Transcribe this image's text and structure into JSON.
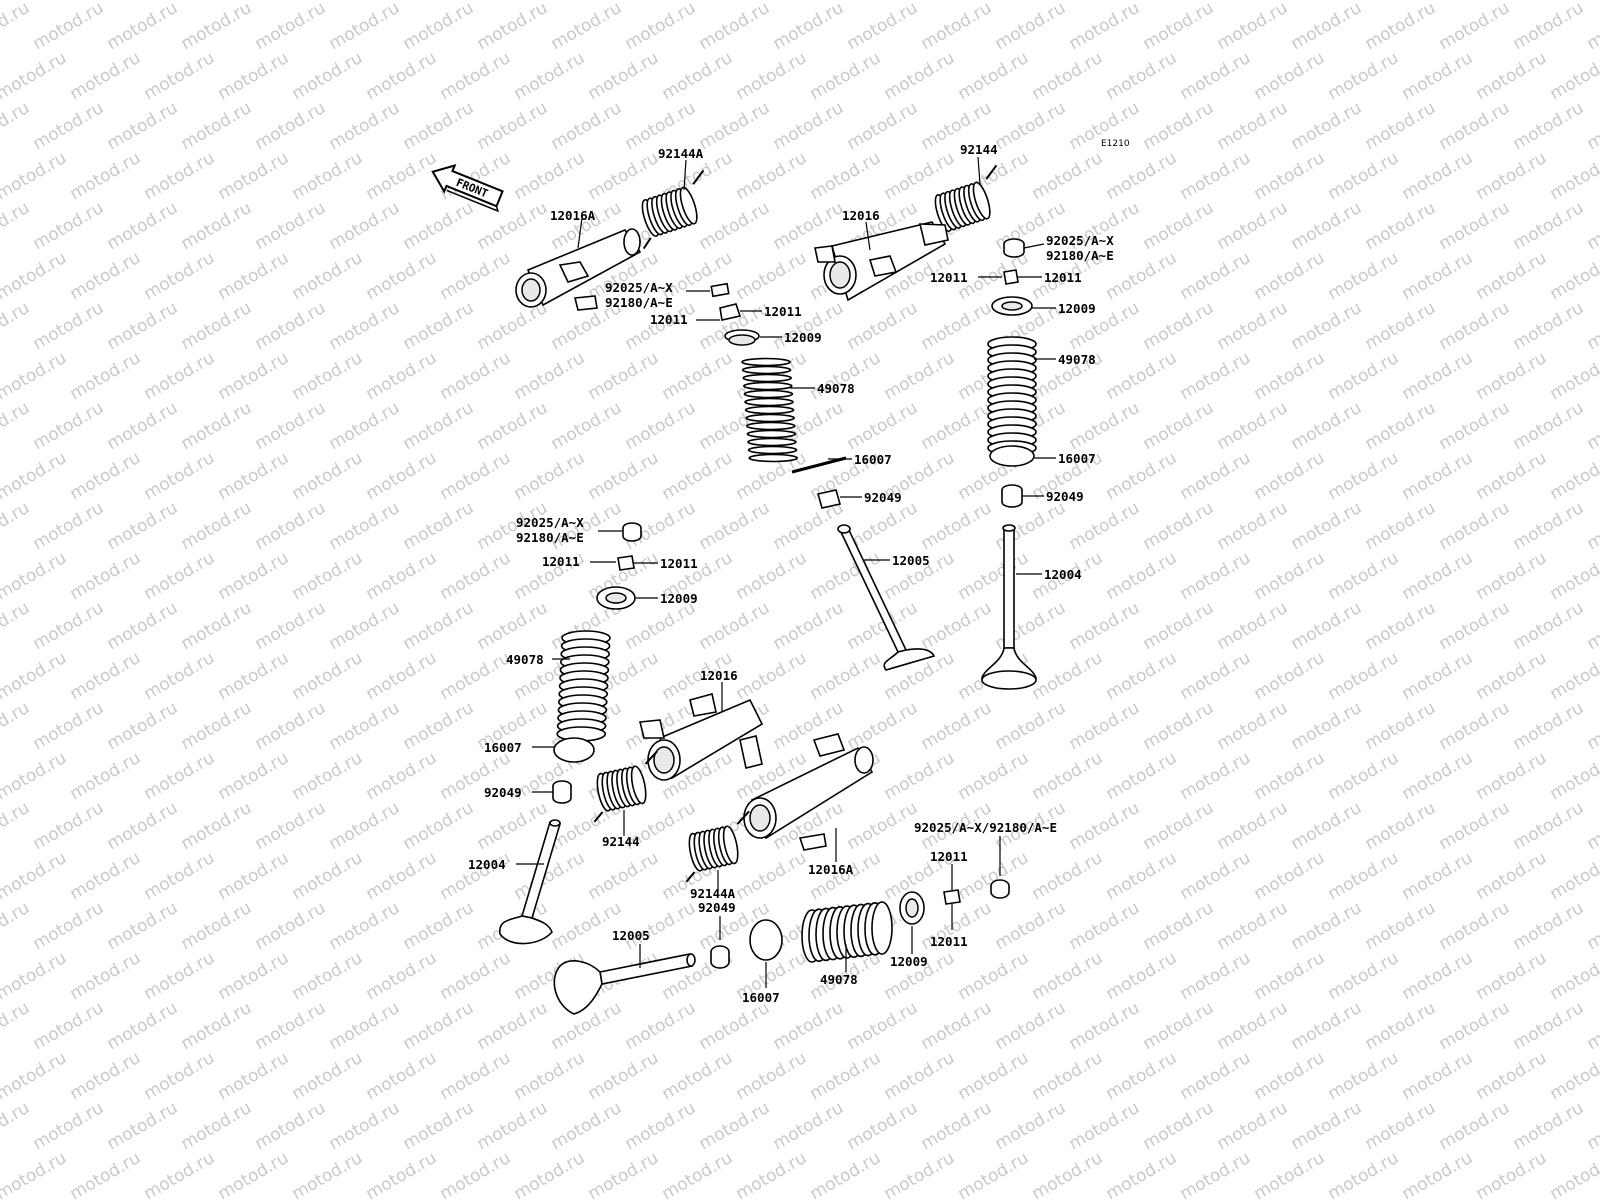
{
  "diagram": {
    "code": "E1210",
    "front_label": "FRONT",
    "watermark": "motod.ru",
    "labels": {
      "a92144A_top": "92144A",
      "a12016A_top": "12016A",
      "a92025_l1": "92025/A~X",
      "a92180_l1": "92180/A~E",
      "a12011_l1r": "12011",
      "a12011_l1l": "12011",
      "a12009_l1": "12009",
      "a49078_l1": "49078",
      "a16007_l1": "16007",
      "a92049_l1": "92049",
      "a12005_l1": "12005",
      "a92144_top": "92144",
      "a12016_top": "12016",
      "a92025_r1": "92025/A~X",
      "a92180_r1": "92180/A~E",
      "a12011_r1l": "12011",
      "a12011_r1r": "12011",
      "a12009_r1": "12009",
      "a49078_r1": "49078",
      "a16007_r1": "16007",
      "a92049_r1": "92049",
      "a12004_r1": "12004",
      "a92025_l2": "92025/A~X",
      "a92180_l2": "92180/A~E",
      "a12011_l2l": "12011",
      "a12011_l2r": "12011",
      "a12009_l2": "12009",
      "a49078_l2": "49078",
      "a16007_l2": "16007",
      "a92049_l2": "92049",
      "a12004_l2": "12004",
      "a12016_mid": "12016",
      "a92144_mid": "92144",
      "a92144A_mid": "92144A",
      "a12016A_mid": "12016A",
      "a92025_combo": "92025/A~X/92180/A~E",
      "a12011_b1": "12011",
      "a12011_b2": "12011",
      "a12009_b": "12009",
      "a49078_b": "49078",
      "a16007_b": "16007",
      "a92049_b": "92049",
      "a12005_b": "12005"
    }
  }
}
